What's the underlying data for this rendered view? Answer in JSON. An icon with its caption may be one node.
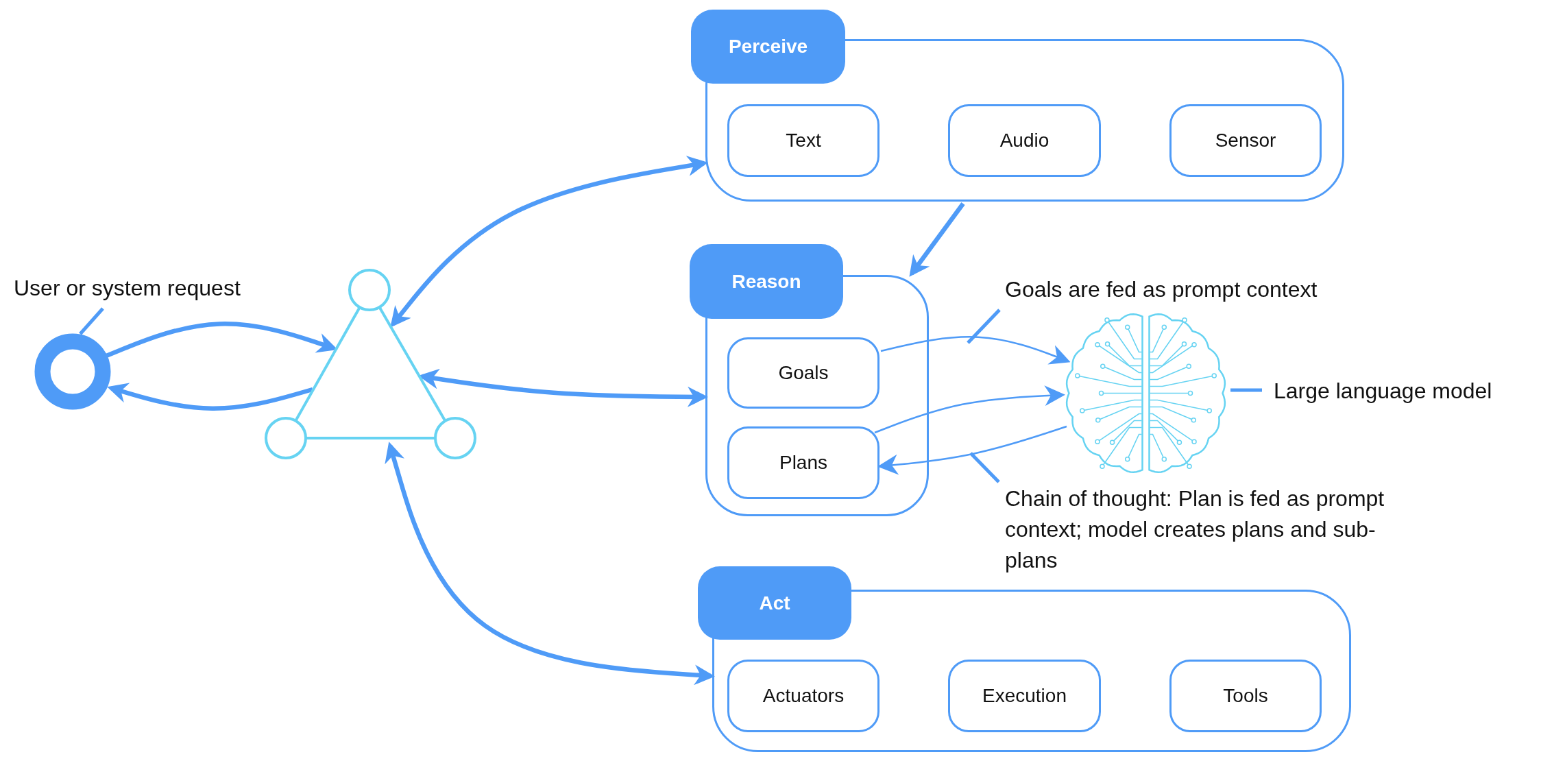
{
  "diagram": {
    "nodes": [
      {
        "text": [
          "User or system request"
        ]
      },
      {
        "text": [],
        "shape": "circle"
      },
      {
        "text": [],
        "shape": "triangle"
      },
      {
        "text": [
          "Perceive"
        ]
      },
      {
        "text": [
          "Text"
        ],
        "in": 3
      },
      {
        "text": [
          "Audio"
        ],
        "in": 3
      },
      {
        "text": [
          "Sensor"
        ],
        "in": 3
      },
      {
        "text": [
          "Reason"
        ]
      },
      {
        "text": [
          "Goals"
        ],
        "in": 7
      },
      {
        "text": [
          "Plans"
        ],
        "in": 7
      },
      {
        "text": [
          "Act"
        ]
      },
      {
        "text": [
          "Actuators"
        ],
        "in": 10
      },
      {
        "text": [
          "Execution"
        ],
        "in": 10
      },
      {
        "text": [
          "Tools"
        ],
        "in": 10
      },
      {
        "text": [],
        "shape": "picture"
      },
      {
        "text": [
          "Goals are fed as prompt context"
        ]
      },
      {
        "text": [
          "Chain of thought: Plan is fed as prompt context; model creates plans and sub-plans"
        ]
      },
      {
        "text": [
          "Large language model"
        ]
      }
    ],
    "edges": [
      {
        "from": 0,
        "to": 1,
        "arrow": "none"
      },
      {
        "from": 1,
        "to": 2,
        "arrow": "to"
      },
      {
        "from": 2,
        "to": 1,
        "arrow": "to"
      },
      {
        "from": 2,
        "to": 3,
        "arrow": "both"
      },
      {
        "from": 2,
        "to": 7,
        "arrow": "both"
      },
      {
        "from": 2,
        "to": 10,
        "arrow": "both"
      },
      {
        "from": 3,
        "to": 7,
        "arrow": "to"
      },
      {
        "from": 8,
        "to": 14,
        "arrow": "to"
      },
      {
        "from": 9,
        "to": 14,
        "arrow": "to"
      },
      {
        "from": 14,
        "to": 9,
        "arrow": "to"
      },
      {
        "from": 15,
        "to": null,
        "arrow": "none"
      },
      {
        "from": 16,
        "to": null,
        "arrow": "none"
      },
      {
        "from": 17,
        "to": 14,
        "arrow": "none"
      }
    ]
  }
}
